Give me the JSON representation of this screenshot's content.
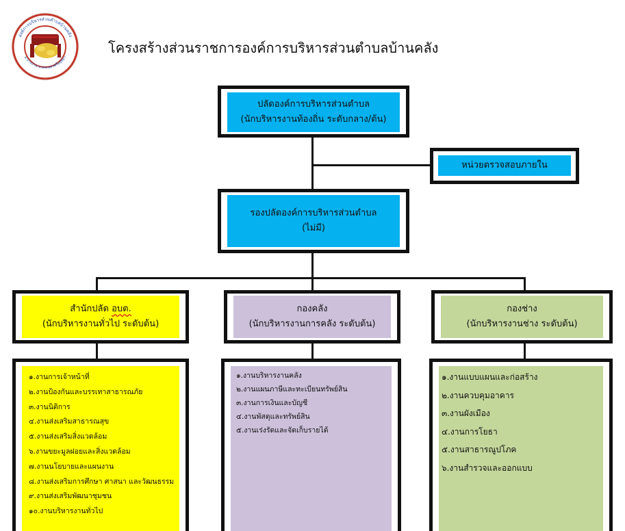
{
  "logo_text": {
    "top": "องค์การบริหารส่วนตำบลบ้านคลัง",
    "bottom": "อ.บางบาล จ.พระนครศรีอยุธยา"
  },
  "page_title": "โครงสร้างส่วนราชการองค์การบริหารส่วนตำบลบ้านคลัง",
  "top_box": {
    "line1": "ปลัดองค์การบริหารส่วนตำบล",
    "line2": "(นักบริหารงานท้องถิ่น ระดับกลาง/ต้น)"
  },
  "audit_box": {
    "label": "หน่วยตรวจสอบภายใน"
  },
  "deputy_box": {
    "line1": "รองปลัดองค์การบริหารส่วนตำบล",
    "line2": "(ไม่มี)"
  },
  "departments": [
    {
      "title_plain": "สำนักปลัด ",
      "title_marked": "อบต.",
      "subtitle": "(นักบริหารงานทั่วไป ระดับต้น)",
      "tasks": [
        "๑.งานการเจ้าหน้าที่",
        "๒.งานป้องกันและบรรเทาสาธารณภัย",
        "๓.งานนิติการ",
        "๔.งานส่งเสริมสาธารณสุข",
        "๕.งานส่งเสริมสิ่งแวดล้อม",
        "๖.งานขยะมูลฝอยและสิ่งแวดล้อม",
        "๗.งานนโยบายและแผนงาน",
        "๘.งานส่งเสริมการศึกษา ศาสนา และวัฒนธรรม",
        "๙.งานส่งเสริมพัฒนาชุมชน",
        "๑๐.งานบริหารงานทั่วไป"
      ]
    },
    {
      "title": "กองคลัง",
      "subtitle": "(นักบริหารงานการคลัง ระดับต้น)",
      "tasks": [
        "๑.งานบริหารงานคลัง",
        "๒.งานแผนภาษีและทะเบียนทรัพย์สิน",
        "๓.งานการเงินและบัญชี",
        "๔.งานพัสดุและทรัพย์สิน",
        "๕.งานเร่งรัดและจัดเก็บรายได้"
      ]
    },
    {
      "title": "กองช่าง",
      "subtitle": "(นักบริหารงานช่าง ระดับต้น)",
      "tasks": [
        "๑.งานแบบแผนและก่อสร้าง",
        "๒.งานควบคุมอาคาร",
        "๓.งานผังเมือง",
        "๔.งานการโยธา",
        "๕.งานสาธารณูปโภค",
        "๖.งานสำรวจและออกแบบ"
      ]
    }
  ],
  "colors": {
    "top": "#05b1ef",
    "admin": "#ffff00",
    "finance": "#ccc0da",
    "engineering": "#c4d79b"
  }
}
